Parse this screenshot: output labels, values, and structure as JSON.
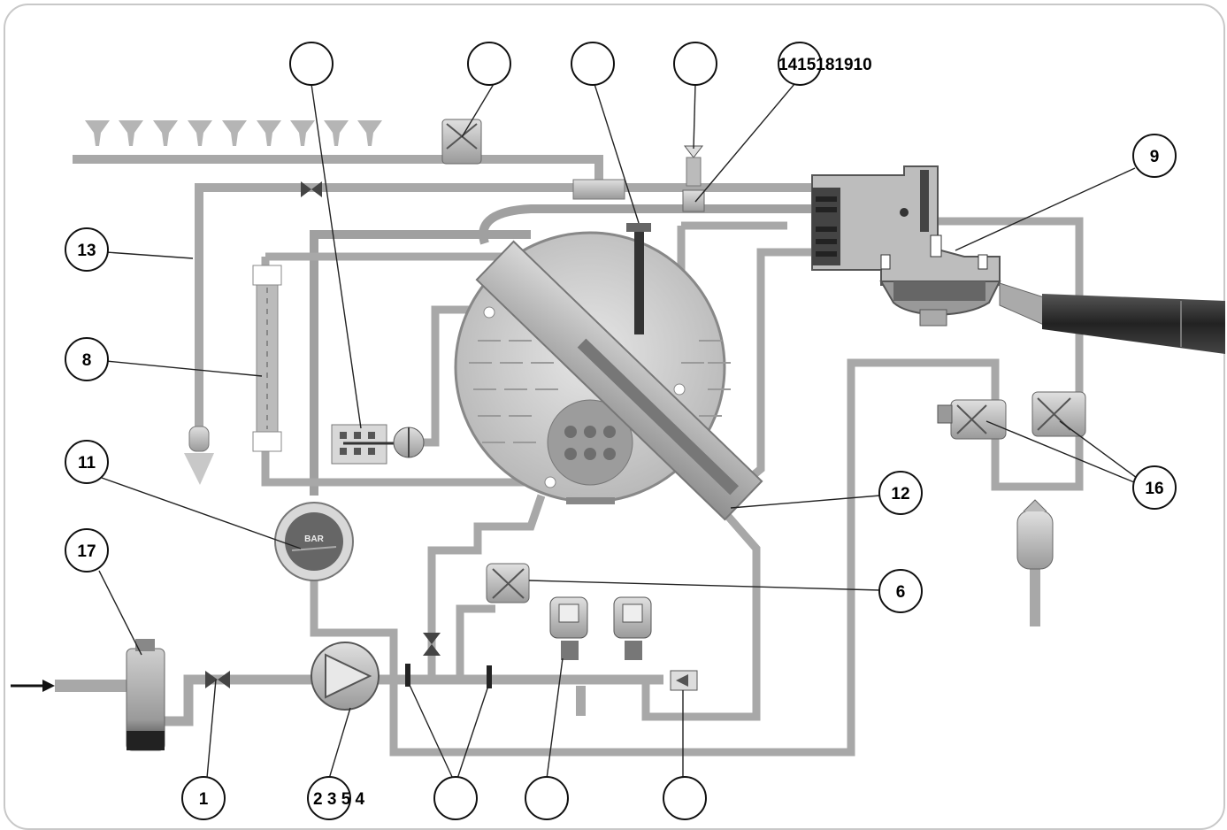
{
  "callouts": {
    "c1": "1",
    "c2": "2 3 5 4",
    "c3": "",
    "c4": "",
    "c5": "",
    "c6": "6",
    "c8": "8",
    "c9": "9",
    "c11": "11",
    "c12": "12",
    "c13": "13",
    "c16": "16",
    "c17": "17",
    "top1": "",
    "top2": "",
    "top3": "",
    "top4": "",
    "top5": "1415181910"
  },
  "gauge": {
    "unit": "BAR"
  },
  "colors": {
    "pipe_outer": "#9c9c9c",
    "pipe_inner": "#c4c4c4",
    "boiler": "#d6d6d6",
    "dark": "#3a3a3a"
  }
}
